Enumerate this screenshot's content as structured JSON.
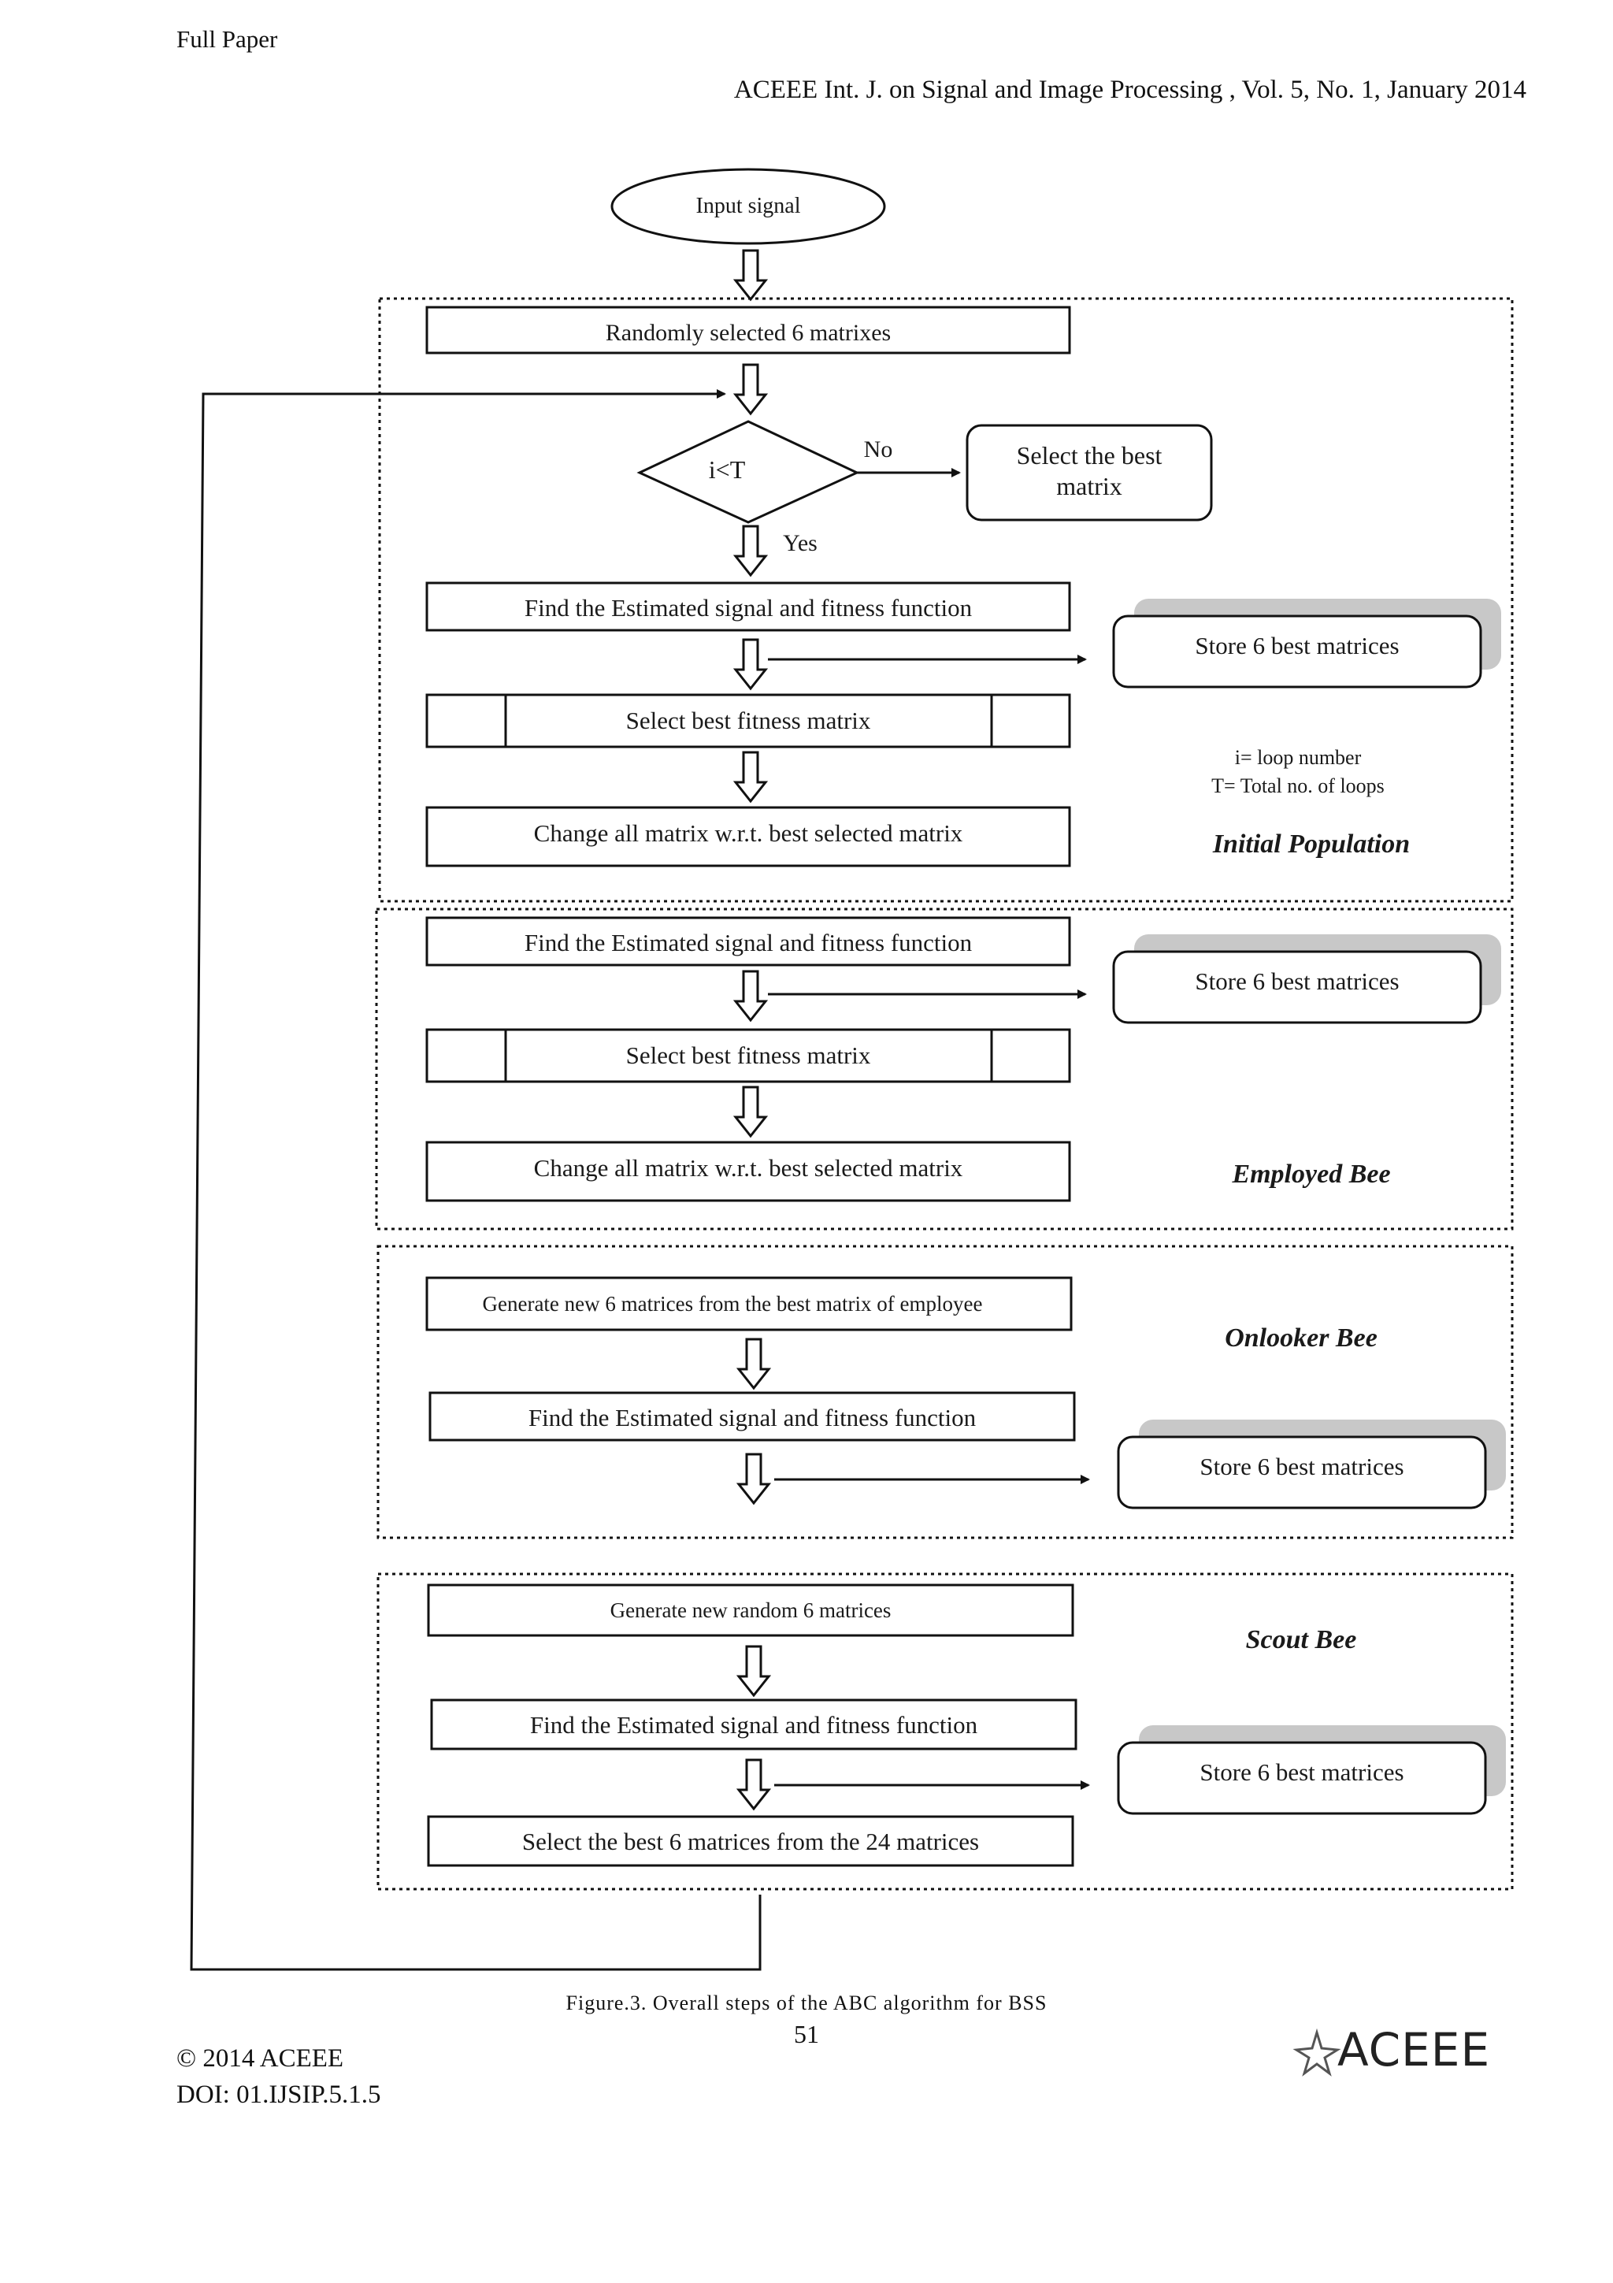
{
  "header": {
    "left": "Full Paper",
    "right": "ACEEE Int. J. on Signal and Image Processing , Vol. 5, No. 1, January 2014"
  },
  "flowchart": {
    "start": "Input signal",
    "initial_population": {
      "title": "Initial Population",
      "random_box": "Randomly selected 6 matrixes",
      "decision": "i<T",
      "no_label": "No",
      "yes_label": "Yes",
      "no_target": [
        "Select the best",
        "matrix"
      ],
      "find": "Find the Estimated signal and fitness function",
      "store": "Store 6 best matrices",
      "select": "Select best fitness matrix",
      "change": "Change all matrix w.r.t. best selected matrix",
      "legend_i": "i= loop number",
      "legend_t": "T= Total no. of loops"
    },
    "employed_bee": {
      "title": "Employed Bee",
      "find": "Find the Estimated signal and fitness function",
      "store": "Store 6 best matrices",
      "select": "Select best fitness matrix",
      "change": "Change all matrix w.r.t. best selected matrix"
    },
    "onlooker_bee": {
      "title": "Onlooker Bee",
      "generate": "Generate new 6 matrices from the best matrix of employee",
      "find": "Find the Estimated signal and fitness function",
      "store": "Store 6 best matrices"
    },
    "scout_bee": {
      "title": "Scout Bee",
      "generate": "Generate new random 6 matrices",
      "find": "Find the Estimated signal and fitness function",
      "store": "Store 6 best matrices",
      "select": "Select the best 6 matrices from the  24 matrices"
    }
  },
  "caption": "Figure.3. Overall steps of the ABC algorithm for BSS",
  "page_number": "51",
  "footer": {
    "copyright": "© 2014 ACEEE",
    "doi": "DOI: 01.IJSIP.5.1.5",
    "logo": "ACEEE",
    "logo_icon": "star-logo-icon"
  }
}
